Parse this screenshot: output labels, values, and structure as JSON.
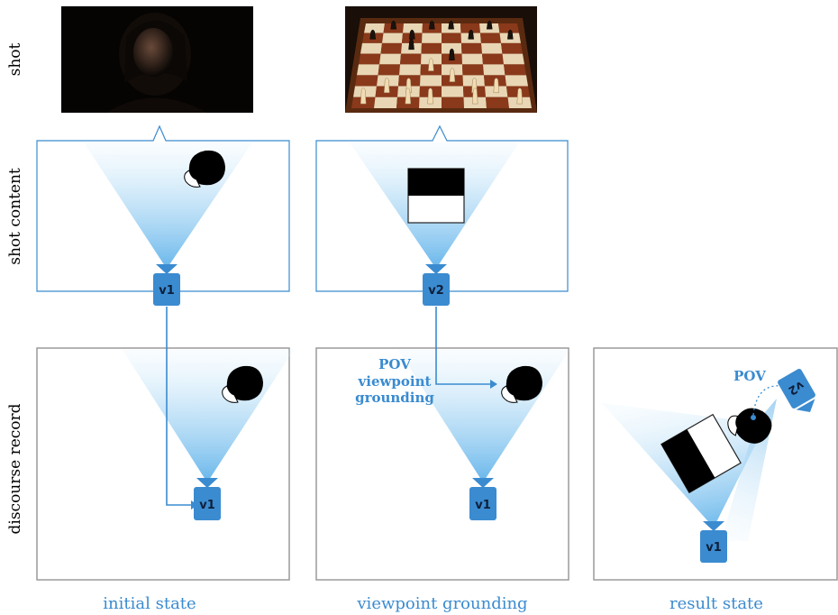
{
  "row_labels": {
    "shot": "shot",
    "shot_content": "shot content",
    "discourse_record": "discourse record"
  },
  "column_labels": {
    "initial": "initial state",
    "grounding": "viewpoint grounding",
    "result": "result state"
  },
  "cameras": {
    "v1": "v1",
    "v2": "v2"
  },
  "annotations": {
    "pov": "POV",
    "viewpoint_grounding_line1": "viewpoint",
    "viewpoint_grounding_line2": "grounding"
  },
  "shots": {
    "shot1_icon": "woman-portrait-photo",
    "shot2_icon": "chessboard-photo"
  },
  "colors": {
    "accent": "#3a8bd0",
    "cone": "#7fc0ec",
    "panel_border_grey": "#9a9a9a"
  }
}
